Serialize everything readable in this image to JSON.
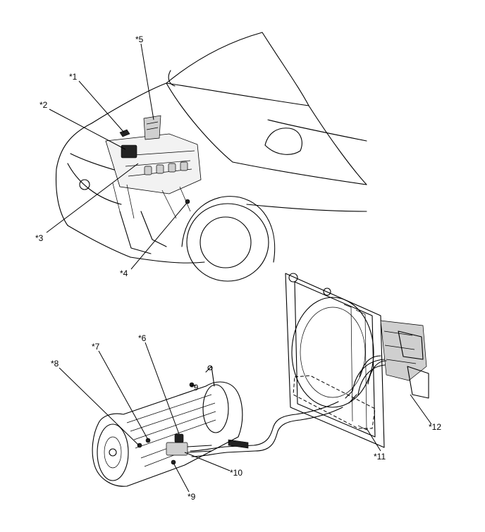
{
  "callouts": {
    "c1": "*1",
    "c2": "*2",
    "c3": "*3",
    "c4": "*4",
    "c5": "*5",
    "c6": "*6",
    "c7": "*7",
    "c8": "*8",
    "c9a": "*9",
    "c9b": "*9",
    "c10": "*10",
    "c11": "*11",
    "c12": "*12"
  }
}
